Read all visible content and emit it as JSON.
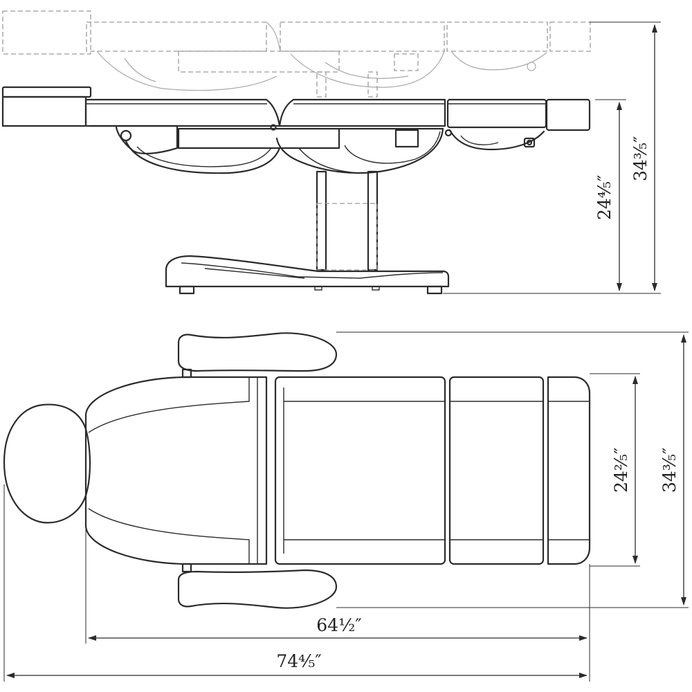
{
  "figure": {
    "side_view": {
      "height_seat": "24⁴⁄₅″",
      "height_total": "34³⁄₅″"
    },
    "top_view": {
      "width_body": "24²⁄₅″",
      "width_total": "34³⁄₅″",
      "length_body": "64½″",
      "length_total": "74⁴⁄₅″"
    }
  }
}
